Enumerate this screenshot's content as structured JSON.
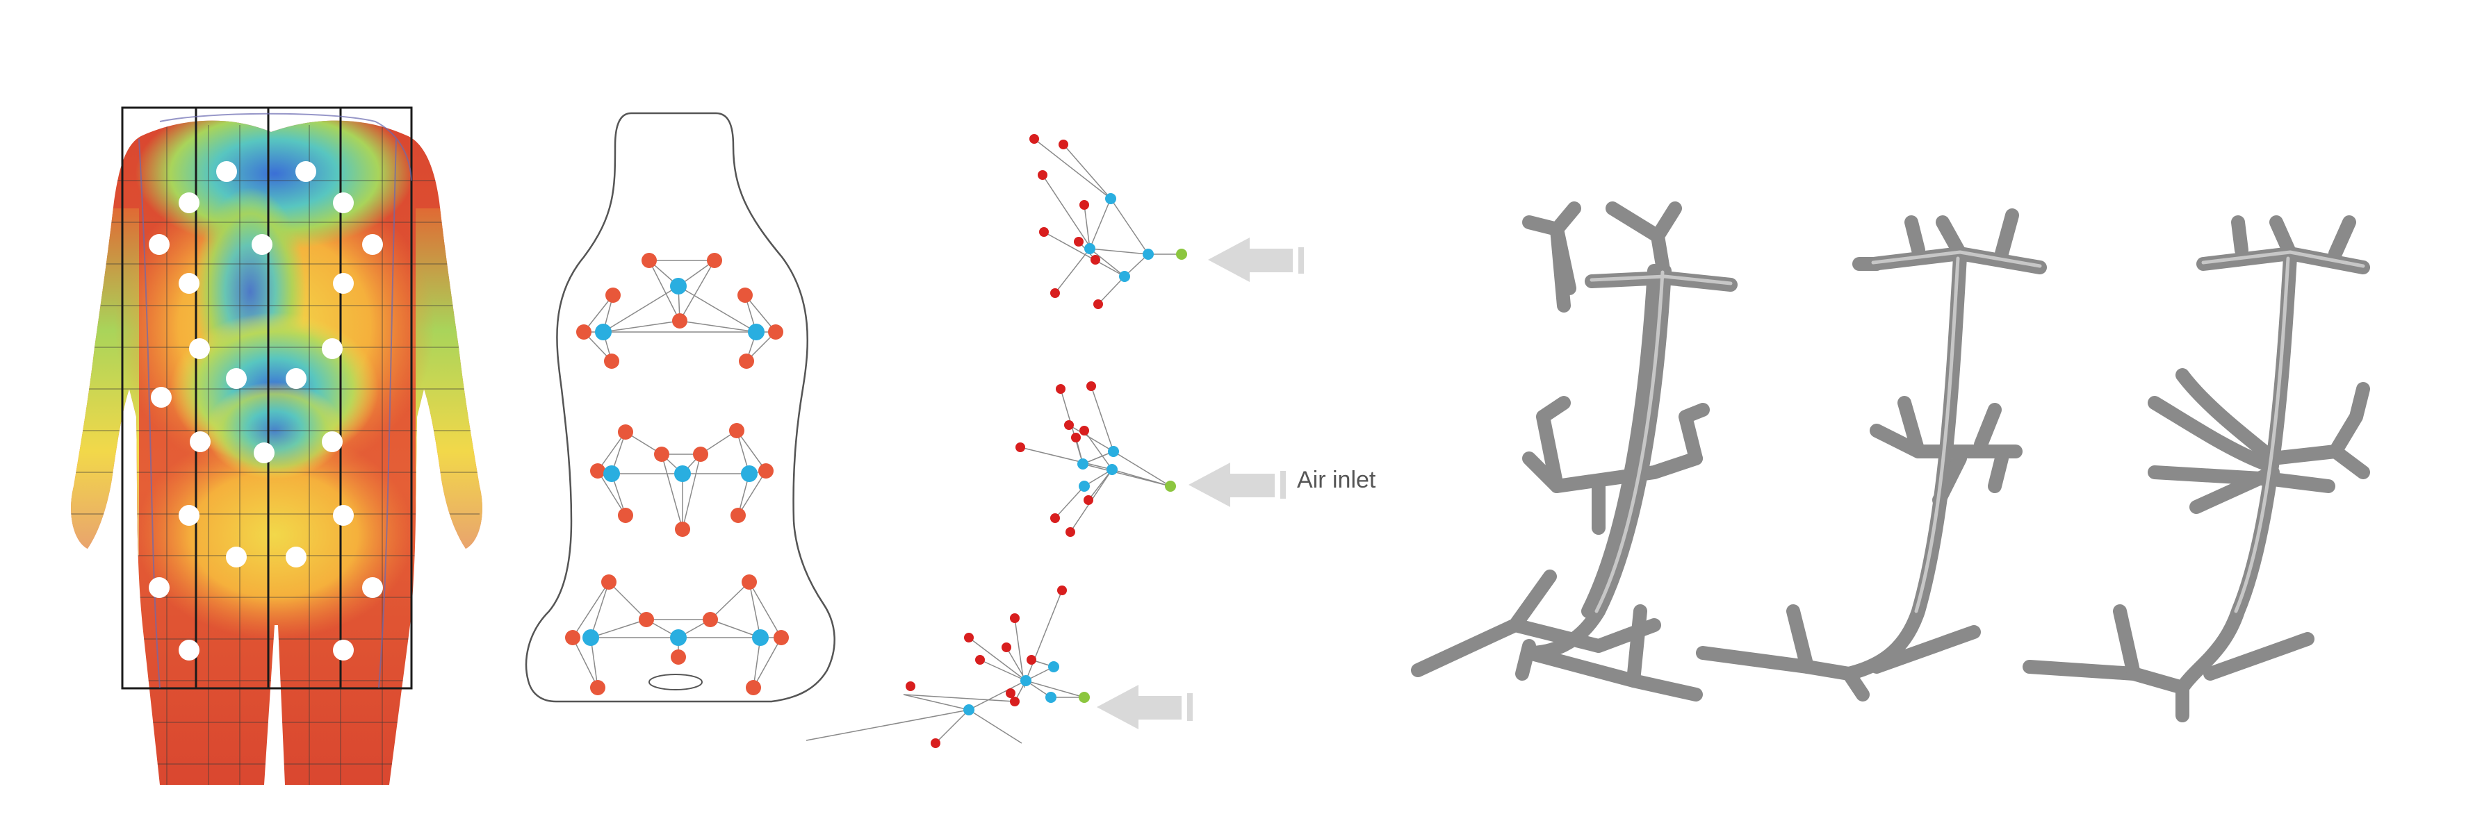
{
  "figure": {
    "air_inlet_label": "Air inlet",
    "colors": {
      "cool_blue": "#3b6fd6",
      "teal": "#58c6c0",
      "green_yellow": "#a9d45a",
      "yellow": "#f2d84a",
      "orange": "#f08a3c",
      "red": "#d9462f",
      "sensor_dot": "#ffffff",
      "orange_node": "#e8573a",
      "blue_node": "#29aee0",
      "red_node": "#d81e1e",
      "inlet_node": "#8cc63f",
      "arrow": "#d9d9d9",
      "line": "#8a8a8a",
      "duct": "#9a9a9a"
    },
    "panels": [
      {
        "name": "body-heat-map",
        "description_visible": false
      },
      {
        "name": "seat-layout-graph"
      },
      {
        "name": "airflow-network-graphs"
      },
      {
        "name": "duct-structures"
      }
    ]
  }
}
